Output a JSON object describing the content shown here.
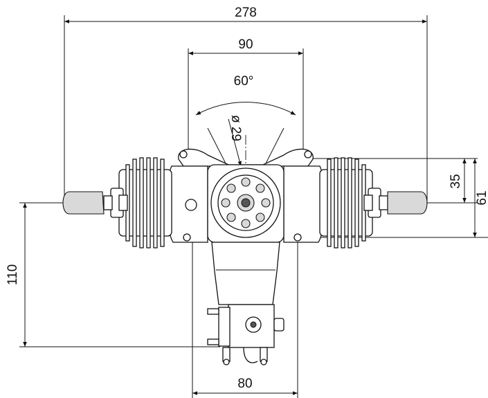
{
  "dimensions": {
    "overall_width": "278",
    "cylinder_spacing": "90",
    "angle": "60°",
    "diameter": "ø 29",
    "upper_height": "35",
    "total_height": "61",
    "mount_height": "110",
    "mount_width": "80"
  }
}
